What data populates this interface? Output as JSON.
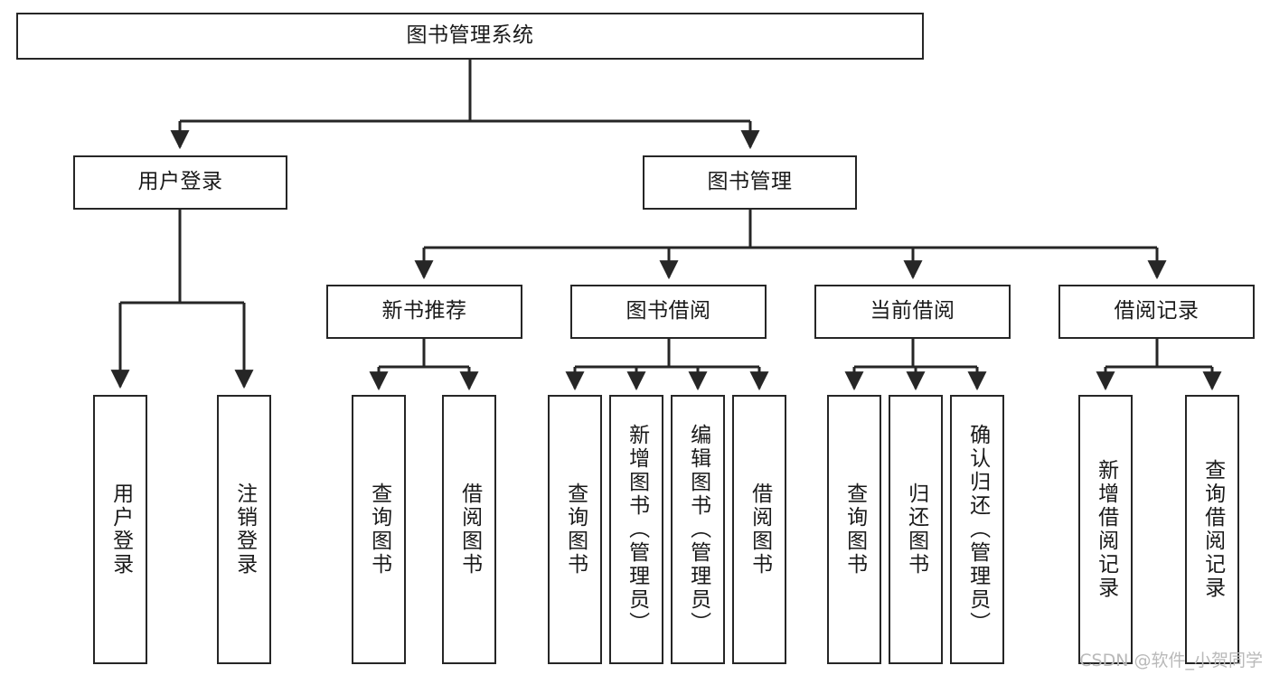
{
  "diagram": {
    "title": "图书管理系统",
    "watermark": "CSDN @软件_小贺同学",
    "line_color": "#262626",
    "box_fill": "#ffffff",
    "text_color": "#1a1a1a",
    "watermark_color": "#b9b9b9",
    "root": {
      "label": "图书管理系统"
    },
    "level2": [
      {
        "label": "用户登录"
      },
      {
        "label": "图书管理"
      }
    ],
    "level3": [
      {
        "label": "新书推荐"
      },
      {
        "label": "图书借阅"
      },
      {
        "label": "当前借阅"
      },
      {
        "label": "借阅记录"
      }
    ],
    "leaves": {
      "user_login": [
        {
          "label": "用户登录"
        },
        {
          "label": "注销登录"
        }
      ],
      "new_book": [
        {
          "label": "查询图书"
        },
        {
          "label": "借阅图书"
        }
      ],
      "borrow_book": [
        {
          "label": "查询图书"
        },
        {
          "label": "新增图书（管理员）"
        },
        {
          "label": "编辑图书（管理员）"
        },
        {
          "label": "借阅图书"
        }
      ],
      "current_borrow": [
        {
          "label": "查询图书"
        },
        {
          "label": "归还图书"
        },
        {
          "label": "确认归还（管理员）"
        }
      ],
      "borrow_record": [
        {
          "label": "新增借阅记录"
        },
        {
          "label": "查询借阅记录"
        }
      ]
    }
  }
}
